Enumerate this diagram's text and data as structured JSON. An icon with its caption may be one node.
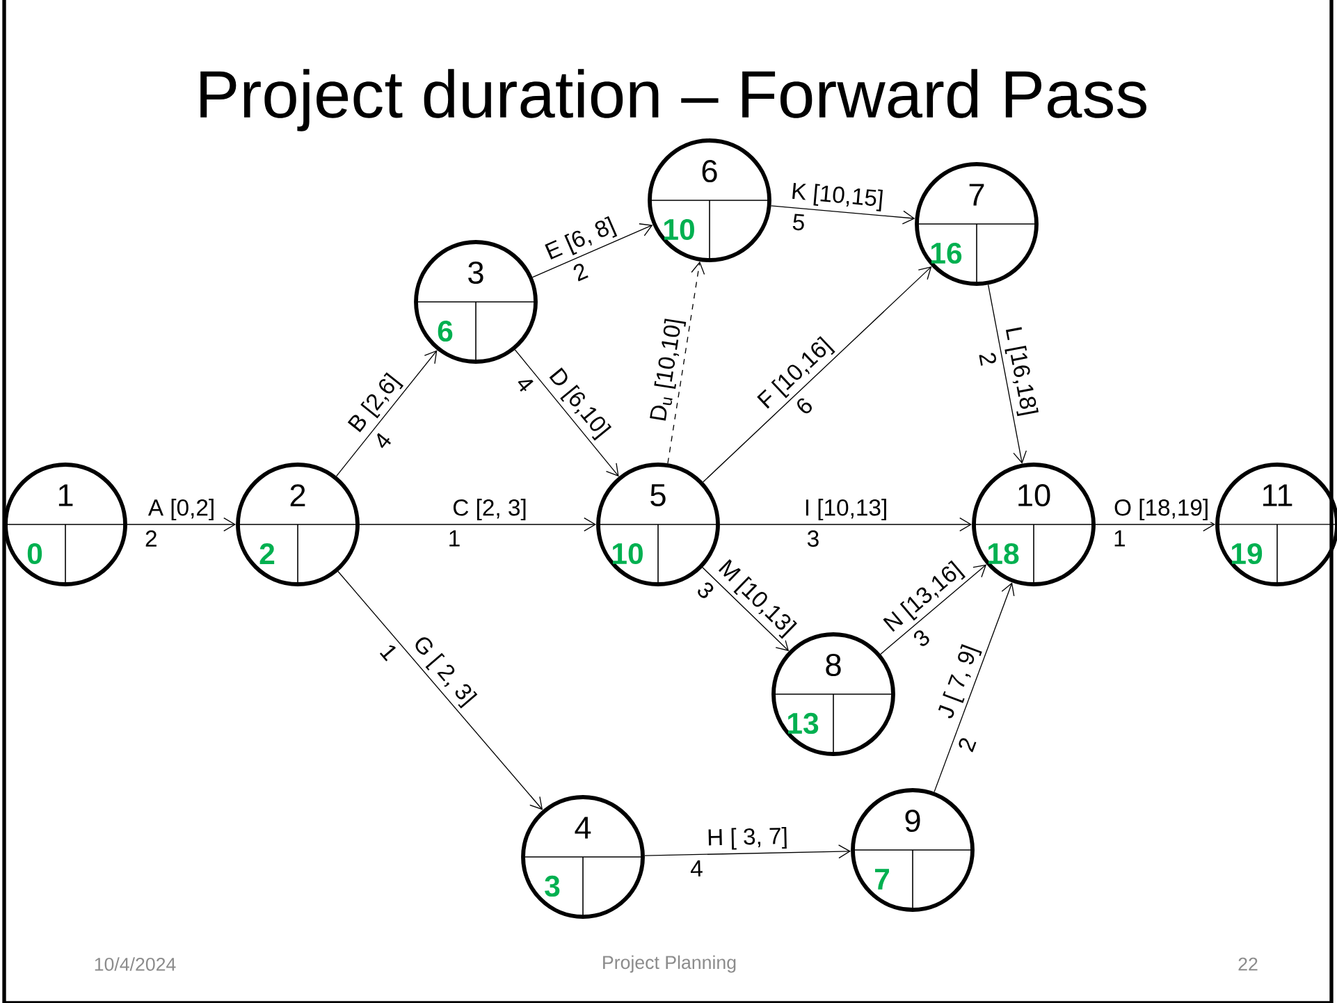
{
  "diagram": {
    "title": "Project duration – Forward Pass",
    "nodes": [
      {
        "text": [
          "1",
          "0"
        ]
      },
      {
        "text": [
          "2",
          "2"
        ]
      },
      {
        "text": [
          "3",
          "6"
        ]
      },
      {
        "text": [
          "4",
          "3"
        ]
      },
      {
        "text": [
          "5",
          "10"
        ]
      },
      {
        "text": [
          "6",
          "10"
        ]
      },
      {
        "text": [
          "7",
          "16"
        ]
      },
      {
        "text": [
          "8",
          "13"
        ]
      },
      {
        "text": [
          "9",
          "7"
        ]
      },
      {
        "text": [
          "10",
          "18"
        ]
      },
      {
        "text": [
          "11",
          "19"
        ]
      }
    ],
    "edges": [
      {
        "from": 0,
        "to": 1,
        "arrow": "to",
        "label": "A [0,2]"
      },
      {
        "from": 1,
        "to": 2,
        "arrow": "to",
        "label": "B [2,6]"
      },
      {
        "from": 1,
        "to": 4,
        "arrow": "to",
        "label": "C [2, 3]"
      },
      {
        "from": 1,
        "to": 3,
        "arrow": "to",
        "label": "G [ 2, 3]"
      },
      {
        "from": 2,
        "to": 5,
        "arrow": "to",
        "label": "E [6, 8]"
      },
      {
        "from": 2,
        "to": 4,
        "arrow": "to",
        "label": "D [6,10]"
      },
      {
        "from": 4,
        "to": 5,
        "arrow": "to",
        "label": "D$_{u}$ [10,10]",
        "style": "dashed"
      },
      {
        "from": 5,
        "to": 6,
        "arrow": "to",
        "label": "K [10,15]"
      },
      {
        "from": 4,
        "to": 6,
        "arrow": "to",
        "label": "F [10,16]"
      },
      {
        "from": 4,
        "to": 9,
        "arrow": "to",
        "label": "I [10,13]"
      },
      {
        "from": 4,
        "to": 7,
        "arrow": "to",
        "label": "M [10,13]"
      },
      {
        "from": 6,
        "to": 9,
        "arrow": "to",
        "label": "L [16,18]"
      },
      {
        "from": 7,
        "to": 9,
        "arrow": "to",
        "label": "N [13,16]"
      },
      {
        "from": 3,
        "to": 8,
        "arrow": "to",
        "label": "H [ 3, 7]"
      },
      {
        "from": 8,
        "to": 9,
        "arrow": "to",
        "label": "J [ 7, 9]"
      },
      {
        "from": 9,
        "to": 10,
        "arrow": "to",
        "label": "O [18,19]"
      }
    ],
    "labels": [
      "2",
      "4",
      "1",
      "1",
      "2",
      "4",
      "5",
      "6",
      "3",
      "3",
      "2",
      "3",
      "4",
      "2",
      "1",
      "10/4/2024",
      "Project Planning",
      "22"
    ]
  }
}
